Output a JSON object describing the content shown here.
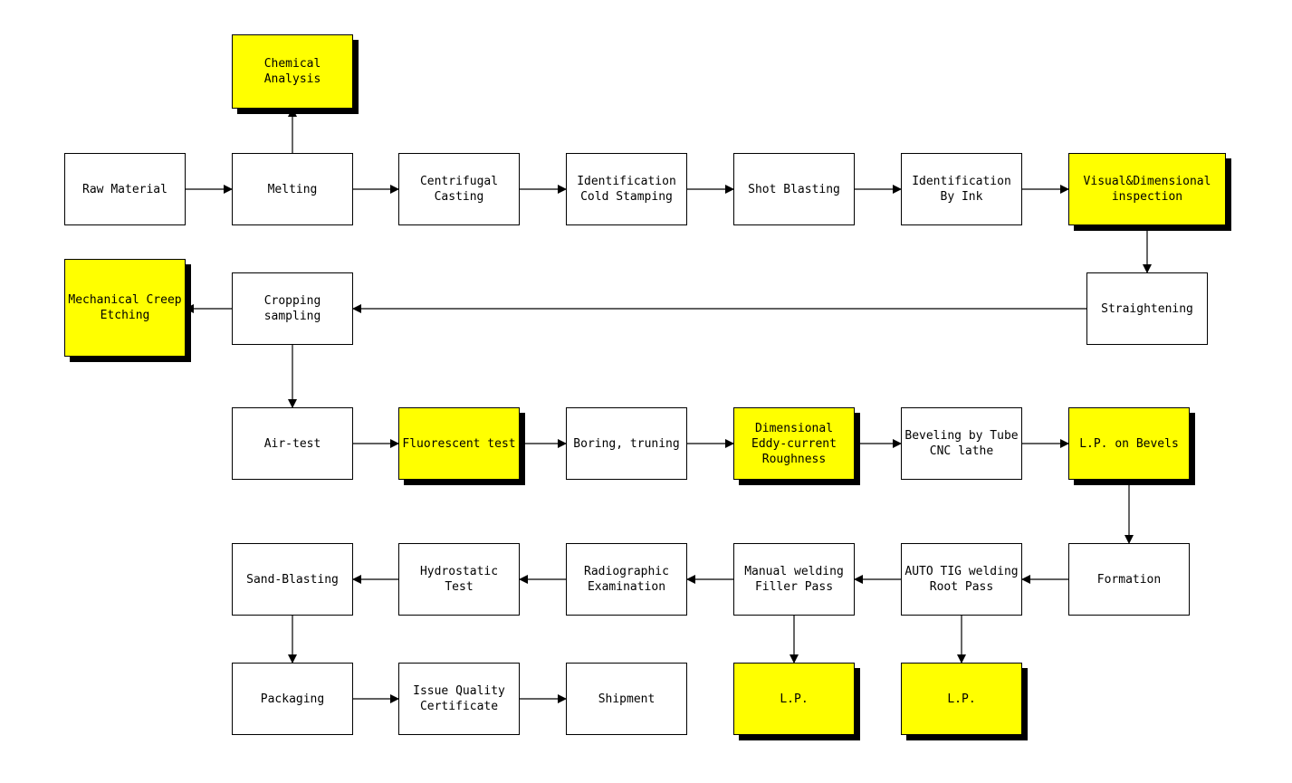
{
  "colors": {
    "highlight": "#ffff00",
    "normal": "#ffffff",
    "line": "#000000"
  },
  "steps": [
    {
      "id": "chemical_analysis",
      "label": "Chemical\nAnalysis",
      "highlight": true
    },
    {
      "id": "raw_material",
      "label": "Raw Material",
      "highlight": false
    },
    {
      "id": "melting",
      "label": "Melting",
      "highlight": false
    },
    {
      "id": "centrifugal_casting",
      "label": "Centrifugal\nCasting",
      "highlight": false
    },
    {
      "id": "identification_cold_stamping",
      "label": "Identification\nCold Stamping",
      "highlight": false
    },
    {
      "id": "shot_blasting",
      "label": "Shot Blasting",
      "highlight": false
    },
    {
      "id": "identification_by_ink",
      "label": "Identification\nBy Ink",
      "highlight": false
    },
    {
      "id": "visual_dimensional_inspection",
      "label": "Visual&Dimensional\ninspection",
      "highlight": true
    },
    {
      "id": "mechanical_creep_etching",
      "label": "Mechanical Creep\nEtching",
      "highlight": true
    },
    {
      "id": "cropping_sampling",
      "label": "Cropping\nsampling",
      "highlight": false
    },
    {
      "id": "straightening",
      "label": "Straightening",
      "highlight": false
    },
    {
      "id": "air_test",
      "label": "Air-test",
      "highlight": false
    },
    {
      "id": "fluorescent_test",
      "label": "Fluorescent test",
      "highlight": true
    },
    {
      "id": "boring_truning",
      "label": "Boring, truning",
      "highlight": false
    },
    {
      "id": "dimensional_eddy_roughness",
      "label": "Dimensional\nEddy-current\nRoughness",
      "highlight": true
    },
    {
      "id": "beveling_cnc",
      "label": "Beveling by Tube\nCNC lathe",
      "highlight": false
    },
    {
      "id": "lp_on_bevels",
      "label": "L.P. on Bevels",
      "highlight": true
    },
    {
      "id": "sand_blasting",
      "label": "Sand-Blasting",
      "highlight": false
    },
    {
      "id": "hydrostatic_test",
      "label": "Hydrostatic\nTest",
      "highlight": false
    },
    {
      "id": "radiographic_examination",
      "label": "Radiographic\nExamination",
      "highlight": false
    },
    {
      "id": "manual_welding_filler",
      "label": "Manual welding\nFiller Pass",
      "highlight": false
    },
    {
      "id": "auto_tig_root",
      "label": "AUTO TIG welding\nRoot Pass",
      "highlight": false
    },
    {
      "id": "formation",
      "label": "Formation",
      "highlight": false
    },
    {
      "id": "packaging",
      "label": "Packaging",
      "highlight": false
    },
    {
      "id": "issue_quality_certificate",
      "label": "Issue Quality\nCertificate",
      "highlight": false
    },
    {
      "id": "shipment",
      "label": "Shipment",
      "highlight": false
    },
    {
      "id": "lp_filler",
      "label": "L.P.",
      "highlight": true
    },
    {
      "id": "lp_root",
      "label": "L.P.",
      "highlight": true
    }
  ],
  "connections": [
    {
      "from": "melting",
      "to": "chemical_analysis",
      "bidirectional": true
    },
    {
      "from": "raw_material",
      "to": "melting"
    },
    {
      "from": "melting",
      "to": "centrifugal_casting"
    },
    {
      "from": "centrifugal_casting",
      "to": "identification_cold_stamping"
    },
    {
      "from": "identification_cold_stamping",
      "to": "shot_blasting"
    },
    {
      "from": "shot_blasting",
      "to": "identification_by_ink"
    },
    {
      "from": "identification_by_ink",
      "to": "visual_dimensional_inspection"
    },
    {
      "from": "visual_dimensional_inspection",
      "to": "straightening"
    },
    {
      "from": "straightening",
      "to": "cropping_sampling"
    },
    {
      "from": "cropping_sampling",
      "to": "mechanical_creep_etching"
    },
    {
      "from": "cropping_sampling",
      "to": "air_test"
    },
    {
      "from": "air_test",
      "to": "fluorescent_test"
    },
    {
      "from": "fluorescent_test",
      "to": "boring_truning"
    },
    {
      "from": "boring_truning",
      "to": "dimensional_eddy_roughness"
    },
    {
      "from": "dimensional_eddy_roughness",
      "to": "beveling_cnc"
    },
    {
      "from": "beveling_cnc",
      "to": "lp_on_bevels"
    },
    {
      "from": "lp_on_bevels",
      "to": "formation"
    },
    {
      "from": "formation",
      "to": "auto_tig_root"
    },
    {
      "from": "auto_tig_root",
      "to": "manual_welding_filler"
    },
    {
      "from": "manual_welding_filler",
      "to": "radiographic_examination"
    },
    {
      "from": "radiographic_examination",
      "to": "hydrostatic_test"
    },
    {
      "from": "hydrostatic_test",
      "to": "sand_blasting"
    },
    {
      "from": "sand_blasting",
      "to": "packaging"
    },
    {
      "from": "packaging",
      "to": "issue_quality_certificate"
    },
    {
      "from": "issue_quality_certificate",
      "to": "shipment"
    },
    {
      "from": "manual_welding_filler",
      "to": "lp_filler",
      "bidirectional": true
    },
    {
      "from": "auto_tig_root",
      "to": "lp_root",
      "bidirectional": true
    }
  ]
}
